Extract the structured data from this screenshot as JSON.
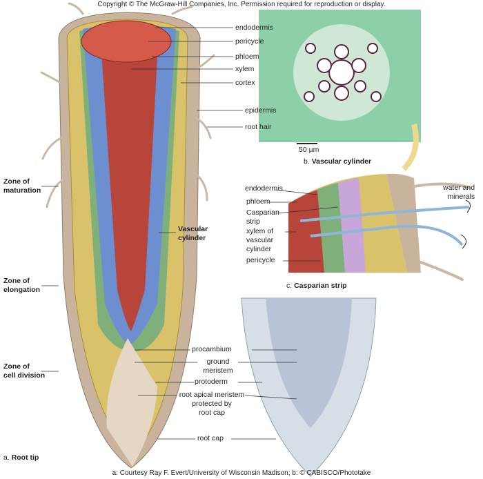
{
  "copyright": "Copyright © The McGraw-Hill Companies, Inc. Permission required for reproduction or display.",
  "root_tip": {
    "labels": {
      "endodermis": "endodermis",
      "pericycle": "pericycle",
      "phloem": "phloem",
      "xylem": "xylem",
      "cortex": "cortex",
      "epidermis": "epidermis",
      "root_hair": "root hair",
      "vascular_cylinder_1": "Vascular",
      "vascular_cylinder_2": "cylinder",
      "procambium": "procambium",
      "ground_meristem_1": "ground",
      "ground_meristem_2": "meristem",
      "protoderm": "protoderm",
      "ram_1": "root apical meristem",
      "ram_2": "protected by",
      "ram_3": "root cap",
      "root_cap": "root cap"
    },
    "zones": [
      {
        "l1": "Zone of",
        "l2": "maturation"
      },
      {
        "l1": "Zone of",
        "l2": "elongation"
      },
      {
        "l1": "Zone of",
        "l2": "cell division"
      }
    ],
    "caption_letter": "a.",
    "caption": "Root tip"
  },
  "vascular": {
    "scale": "50 µm",
    "caption_letter": "b.",
    "caption": "Vascular cylinder"
  },
  "casparian": {
    "labels": {
      "endodermis": "endodermis",
      "phloem": "phloem",
      "casp_1": "Casparian",
      "casp_2": "strip",
      "xyl_1": "xylem of",
      "xyl_2": "vascular",
      "xyl_3": "cylinder",
      "pericycle": "pericycle",
      "water_1": "water and",
      "water_2": "minerals"
    },
    "caption_letter": "c.",
    "caption": "Casparian strip"
  },
  "credit": "a: Courtesy Ray F. Evert/University of Wisconsin Madison; b: © CABISCO/Phototake",
  "colors": {
    "xylem": "#b8453a",
    "phloem": "#6d8fd0",
    "cortex": "#d9c26a",
    "epidermis": "#c9b39c",
    "endo": "#7fb07a"
  }
}
